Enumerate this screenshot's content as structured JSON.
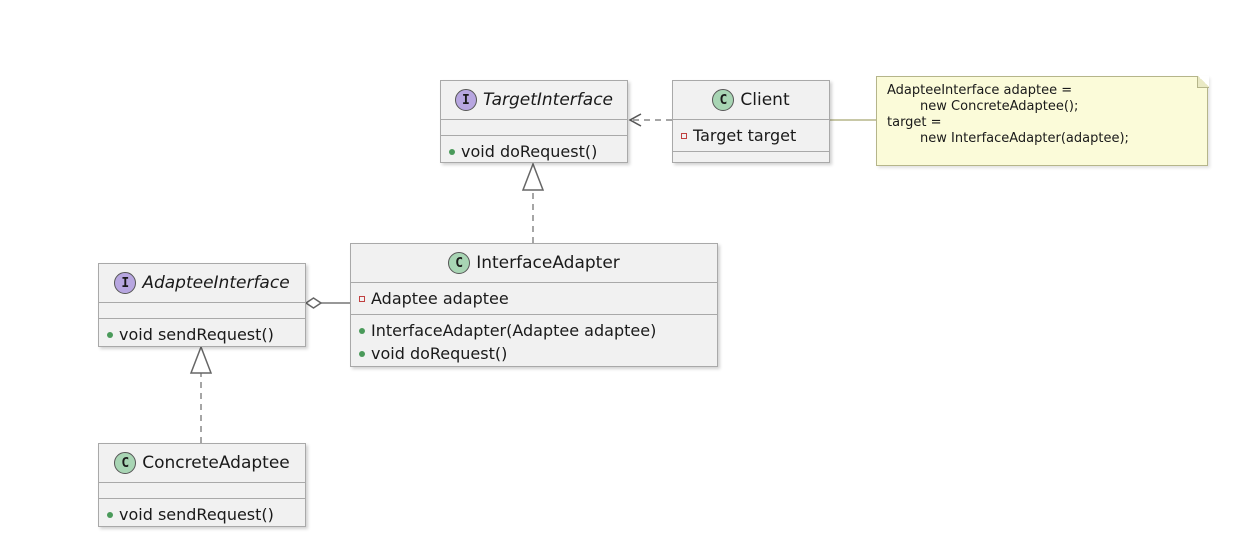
{
  "diagram": {
    "classes": {
      "target_interface": {
        "kind": "interface",
        "stereotype_letter": "I",
        "name": "TargetInterface",
        "fields": [],
        "methods": [
          {
            "visibility": "public",
            "text": "void doRequest()"
          }
        ]
      },
      "client": {
        "kind": "class",
        "stereotype_letter": "C",
        "name": "Client",
        "fields": [
          {
            "visibility": "private",
            "text": "Target target"
          }
        ],
        "methods": []
      },
      "interface_adapter": {
        "kind": "class",
        "stereotype_letter": "C",
        "name": "InterfaceAdapter",
        "fields": [
          {
            "visibility": "private",
            "text": "Adaptee adaptee"
          }
        ],
        "methods": [
          {
            "visibility": "public",
            "text": "InterfaceAdapter(Adaptee adaptee)"
          },
          {
            "visibility": "public",
            "text": "void doRequest()"
          }
        ]
      },
      "adaptee_interface": {
        "kind": "interface",
        "stereotype_letter": "I",
        "name": "AdapteeInterface",
        "fields": [],
        "methods": [
          {
            "visibility": "public",
            "text": "void sendRequest()"
          }
        ]
      },
      "concrete_adaptee": {
        "kind": "class",
        "stereotype_letter": "C",
        "name": "ConcreteAdaptee",
        "fields": [],
        "methods": [
          {
            "visibility": "public",
            "text": "void sendRequest()"
          }
        ]
      }
    },
    "note": {
      "lines": [
        "AdapteeInterface adaptee =",
        "        new ConcreteAdaptee();",
        "target =",
        "        new InterfaceAdapter(adaptee);"
      ]
    },
    "relations": [
      {
        "type": "dependency",
        "from": "Client",
        "to": "TargetInterface"
      },
      {
        "type": "realization",
        "from": "InterfaceAdapter",
        "to": "TargetInterface"
      },
      {
        "type": "aggregation",
        "from": "InterfaceAdapter",
        "to": "AdapteeInterface"
      },
      {
        "type": "realization",
        "from": "ConcreteAdaptee",
        "to": "AdapteeInterface"
      },
      {
        "type": "note-link",
        "from": "Client",
        "to": "note"
      }
    ],
    "colors": {
      "interface_badge": "#b7a6e0",
      "class_badge": "#a8d5b4",
      "box_fill": "#f1f1f1",
      "note_fill": "#fbfbd9",
      "public_marker": "#4a9a5a",
      "private_marker": "#c04040"
    }
  }
}
